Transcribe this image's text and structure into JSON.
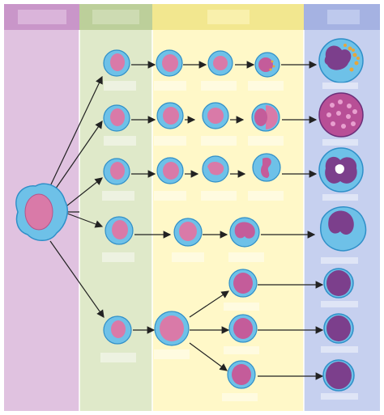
{
  "diagram": {
    "columns": [
      {
        "id": "col-1",
        "color": "#e0c2e0",
        "header_color": "#c996c9",
        "header_text": ""
      },
      {
        "id": "col-2",
        "color": "#dfe9c9",
        "header_color": "#bccf9a",
        "header_text": ""
      },
      {
        "id": "col-3",
        "color": "#fff8c8",
        "header_color": "#f2e78f",
        "header_text": ""
      },
      {
        "id": "col-4",
        "color": "#c6d0ef",
        "header_color": "#a5b2e2",
        "header_text": ""
      }
    ],
    "colors": {
      "arrow": "#222222",
      "cytoplasm": "#6ec1e8",
      "cytoplasm_dark": "#3a9ed6",
      "nucleus": "#d97aa8",
      "nucleus_dark": "#7c3f8c",
      "granule": "#e6a63c",
      "label_box": "#ffffff"
    },
    "icons": [
      "stem-cell-icon",
      "progenitor-cell-icon",
      "precursor-cell-icon",
      "basophil-icon",
      "eosinophil-icon",
      "neutrophil-icon",
      "monocyte-icon",
      "lymphocyte-icon"
    ],
    "labels": []
  }
}
